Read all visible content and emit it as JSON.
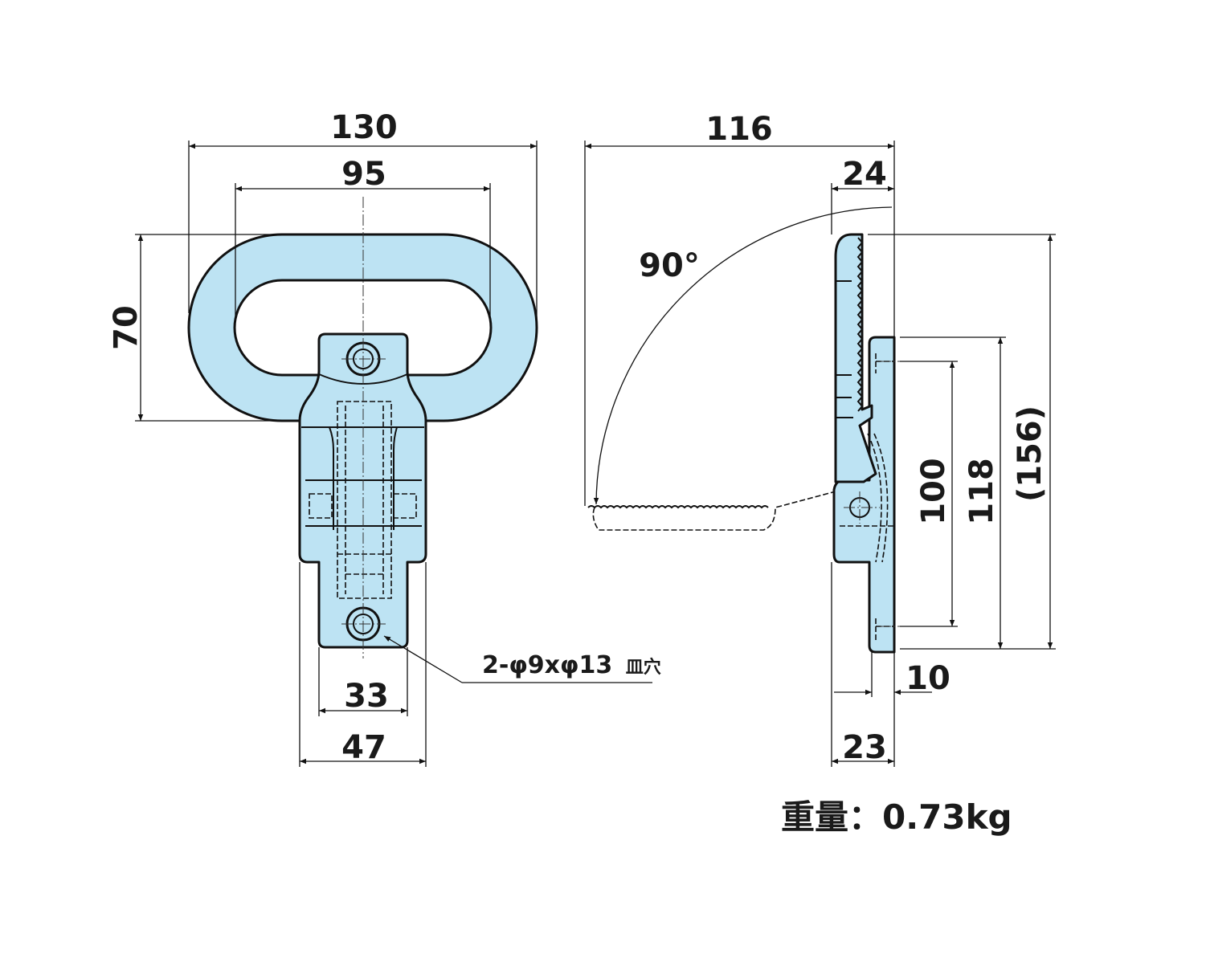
{
  "front_view": {
    "dim_overall_width": "130",
    "dim_ring_inner_width": "95",
    "dim_ring_height": "70",
    "dim_hole_pitch_width": "33",
    "dim_base_width": "47",
    "hole_note_main": "2-φ9xφ13",
    "hole_note_suffix": "皿穴"
  },
  "side_view": {
    "dim_open_length": "116",
    "dim_lever_depth": "24",
    "open_angle": "90°",
    "dim_hole_pitch": "100",
    "dim_base_length": "118",
    "dim_overall_length": "(156)",
    "dim_base_thickness": "10",
    "dim_total_depth": "23"
  },
  "weight_label": "重量：0.73kg",
  "colors": {
    "part_fill": "#bde3f3",
    "line": "#111111"
  }
}
